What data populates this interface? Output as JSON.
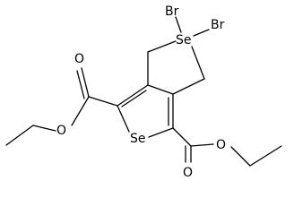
{
  "molecule": {
    "atoms": {
      "se_ring_top": "Se",
      "se_ring_bottom": "Se",
      "br_left": "Br",
      "br_right": "Br",
      "o_carbonyl_left": "O",
      "o_ester_left": "O",
      "o_carbonyl_right": "O",
      "o_ester_right": "O"
    }
  }
}
